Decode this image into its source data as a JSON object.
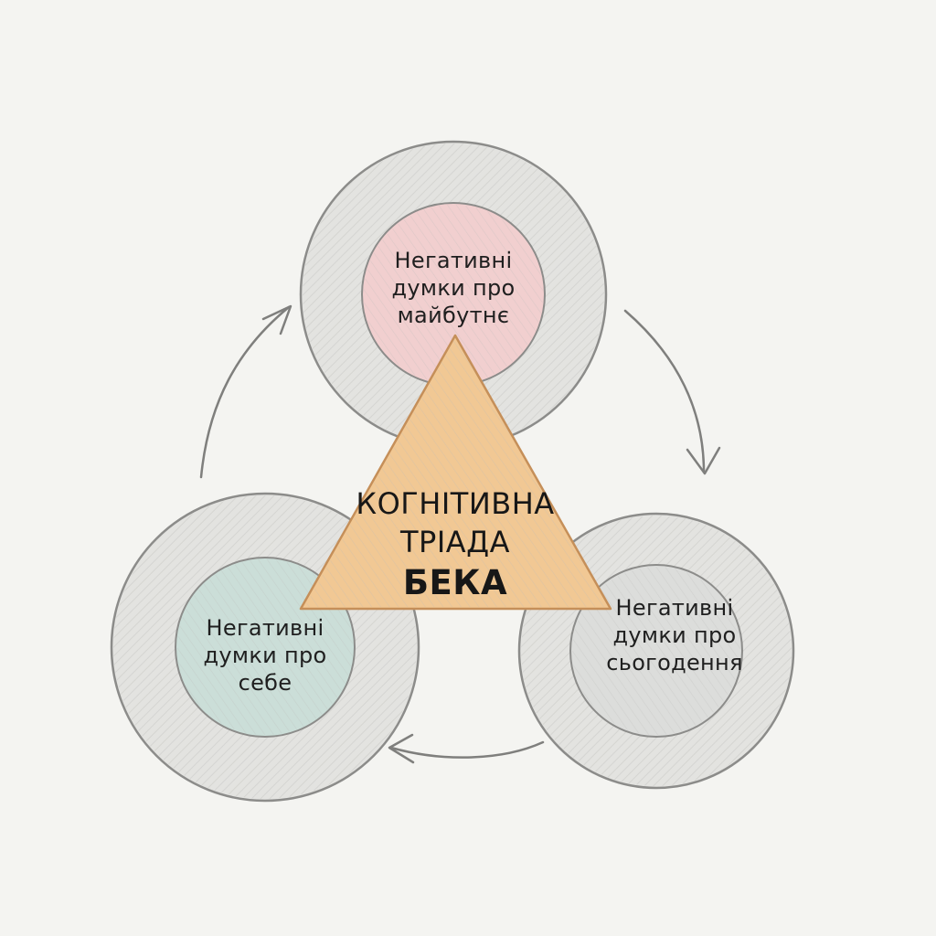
{
  "colors": {
    "background": "#f4f4f1",
    "ring_fill": "#e3e3e0",
    "ring_stroke": "#8c8c8a",
    "arrow_stroke": "#7f7f7d",
    "triangle_fill": "#f1c894",
    "triangle_stroke": "#c58f59",
    "future_fill": "#f1cfcf",
    "self_fill": "#cbded8",
    "present_fill": "#dcdddb"
  },
  "center": {
    "line1": "КОГНІТИВНА",
    "line2": "ТРІАДА",
    "line3": "БЕКА"
  },
  "nodes": {
    "future": {
      "line1": "Негативні",
      "line2": "думки про",
      "line3": "майбутнє"
    },
    "self": {
      "line1": "Негативні",
      "line2": "думки про",
      "line3": "себе"
    },
    "present": {
      "line1": "Негативні",
      "line2": "думки про",
      "line3": "сьогодення"
    }
  }
}
